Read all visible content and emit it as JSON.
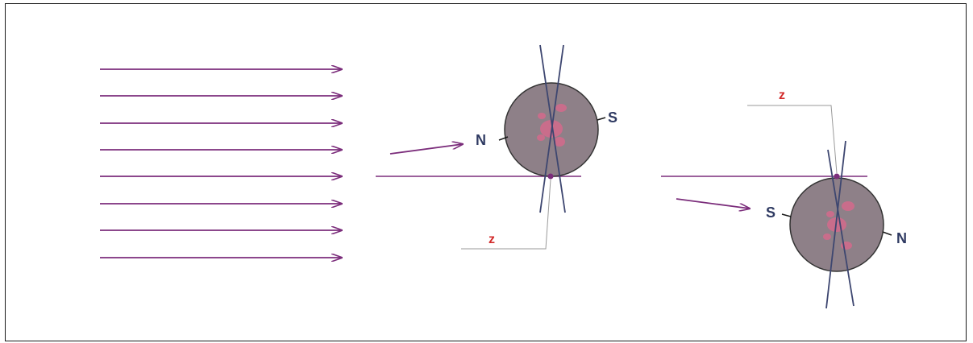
{
  "colors": {
    "rays": "#7b2d7b",
    "axis_lines": "#3d4670",
    "planet_fill": "#8e8088",
    "spots": "#d46a8c",
    "pole_labels": "#2f3a62",
    "z_labels": "#d22a2a",
    "leader_lines": "#9a9a9a"
  },
  "left_planet": {
    "north_label": "N",
    "south_label": "S",
    "zenith_label": "z"
  },
  "right_planet": {
    "north_label": "N",
    "south_label": "S",
    "zenith_label": "z"
  }
}
